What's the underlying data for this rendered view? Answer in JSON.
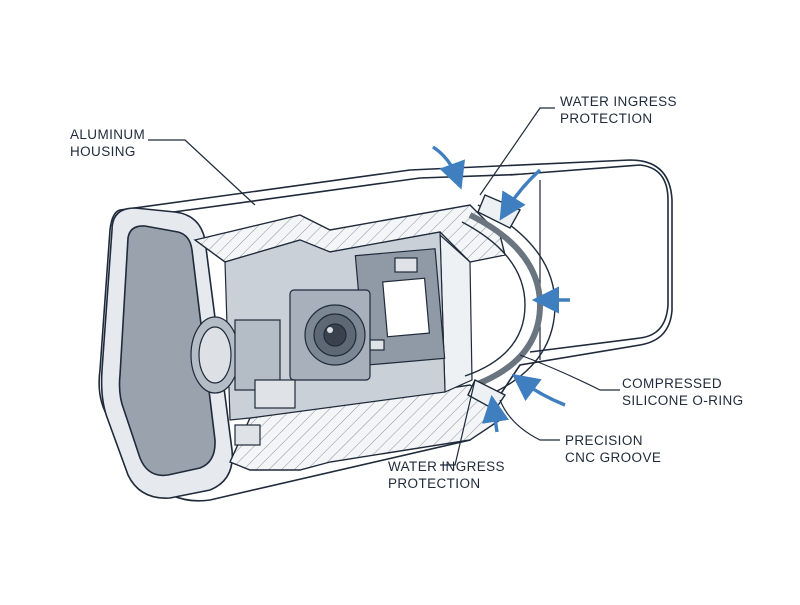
{
  "labels": {
    "aluminum_housing": [
      "ALUMINUM",
      "HOUSING"
    ],
    "water_ingress_top": [
      "WATER INGRESS",
      "PROTECTION"
    ],
    "water_ingress_bottom": [
      "WATER INGRESS",
      "PROTECTION"
    ],
    "o_ring": [
      "COMPRESSED",
      "SILICONE O-RING"
    ],
    "cnc_groove": [
      "PRECISION",
      "CNC GROOVE"
    ]
  },
  "colors": {
    "line": "#1f2a3a",
    "housing_fill": "#ffffff",
    "cap_face": "#e6eaef",
    "cap_panel": "#9aa3ad",
    "hatch": "#8a94a0",
    "internal": "#c9d0d8",
    "board": "#8f9aa6",
    "arrow": "#3f7fc0",
    "o_ring": "#6a7580"
  },
  "icons": [
    "water-arrow-icon",
    "lens-icon",
    "camera-sensor-icon",
    "circuit-board-icon"
  ]
}
